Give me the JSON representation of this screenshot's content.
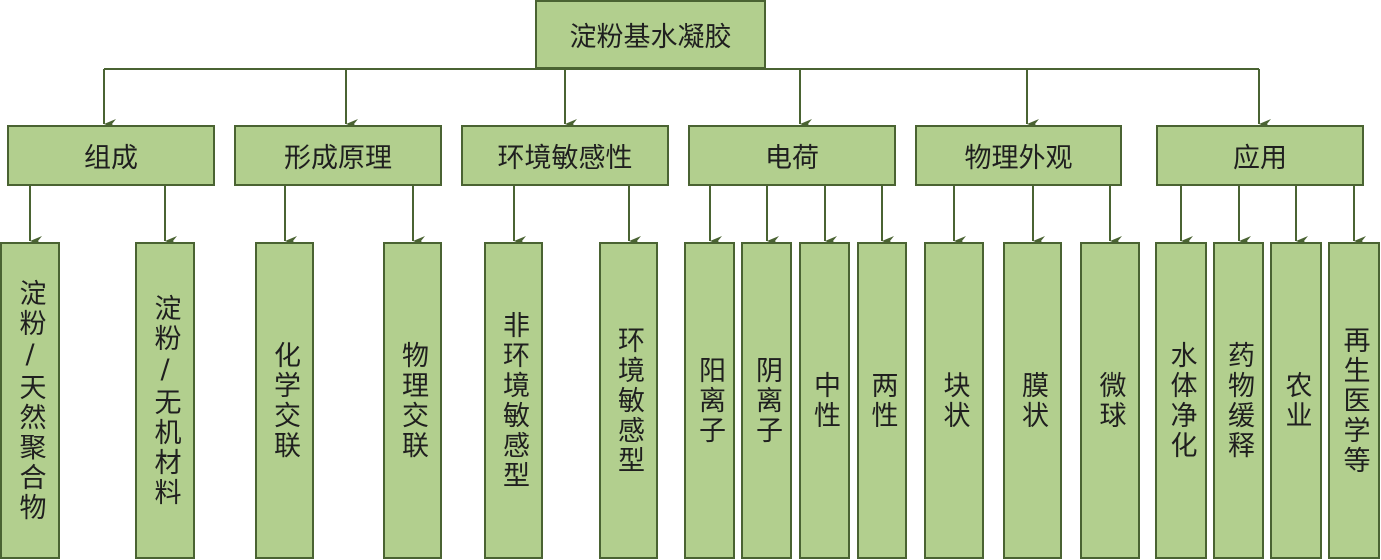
{
  "title": "淀粉基水凝胶",
  "colors": {
    "fill": "#b2cf8e",
    "stroke": "#4a6332"
  },
  "categories": [
    {
      "label": "组成",
      "children": [
        "淀粉/天然聚合物",
        "淀粉/无机材料"
      ]
    },
    {
      "label": "形成原理",
      "children": [
        "化学交联",
        "物理交联"
      ]
    },
    {
      "label": "环境敏感性",
      "children": [
        "非环境敏感型",
        "环境敏感型"
      ]
    },
    {
      "label": "电荷",
      "children": [
        "阳离子",
        "阴离子",
        "中性",
        "两性"
      ]
    },
    {
      "label": "物理外观",
      "children": [
        "块状",
        "膜状",
        "微球"
      ]
    },
    {
      "label": "应用",
      "children": [
        "水体净化",
        "药物缓释",
        "农业",
        "再生医学等"
      ]
    }
  ]
}
